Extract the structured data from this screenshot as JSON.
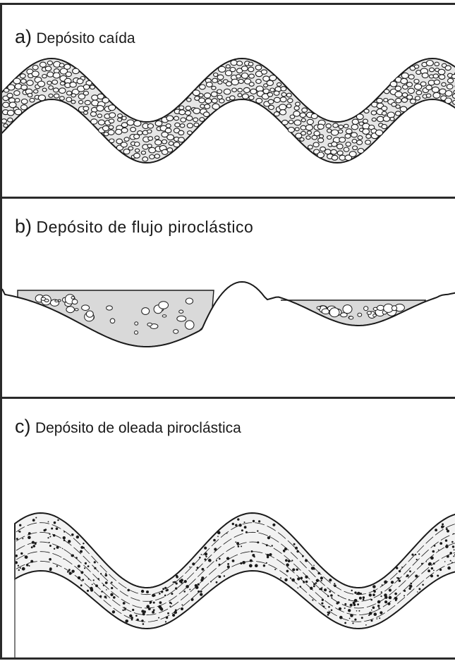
{
  "panels": [
    {
      "letter": "a)",
      "title": "Depósito caída",
      "deposit": "fall-deposit"
    },
    {
      "letter": "b)",
      "title": "Depósito de flujo piroclástico",
      "deposit": "flow-deposit"
    },
    {
      "letter": "c)",
      "title": "Depósito de oleada piroclástica",
      "deposit": "surge-deposit"
    }
  ],
  "colors": {
    "ink": "#1a1a1a",
    "fill_flow": "#d9d9d9",
    "fill_fall": "#e6e6e6",
    "fill_surge": "#f2f2f2"
  }
}
